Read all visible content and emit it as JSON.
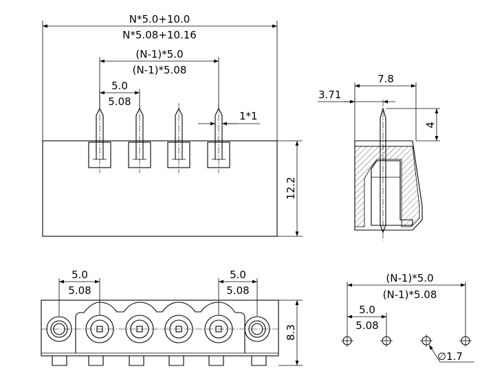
{
  "colors": {
    "line": "#000000",
    "background": "#ffffff"
  },
  "front_view": {
    "overall_5_0": "N*5.0+10.0",
    "overall_5_08": "N*5.08+10.16",
    "span_5_0": "(N-1)*5.0",
    "span_5_08": "(N-1)*5.08",
    "pitch_5_0": "5.0",
    "pitch_5_08": "5.08",
    "pin_size": "1*1",
    "height": "12.2"
  },
  "side_view": {
    "depth": "7.8",
    "pin_offset": "3.71",
    "pin_protrusion": "4"
  },
  "bottom_view": {
    "left_pitch_5_0": "5.0",
    "left_pitch_5_08": "5.08",
    "right_pitch_5_0": "5.0",
    "right_pitch_5_08": "5.08",
    "height": "8.3"
  },
  "pcb_layout": {
    "span_5_0": "(N-1)*5.0",
    "span_5_08": "(N-1)*5.08",
    "pitch_5_0": "5.0",
    "pitch_5_08": "5.08",
    "hole_diameter": "∅1.7"
  }
}
